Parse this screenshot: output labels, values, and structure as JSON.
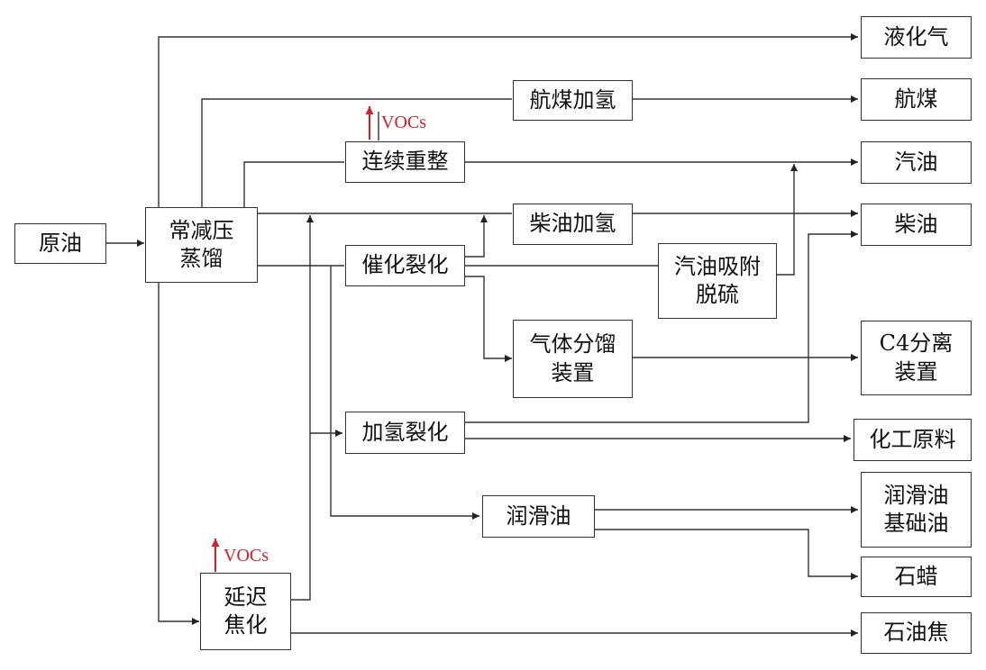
{
  "nodes": {
    "crude_oil": "原油",
    "atm_vac": "常减压\n蒸馏",
    "jet_hydro": "航煤加氢",
    "cont_reform": "连续重整",
    "diesel_hydro": "柴油加氢",
    "fcc": "催化裂化",
    "gas_adsorb": "汽油吸附\n脱硫",
    "gas_fraction": "气体分馏\n装置",
    "hydrocrack": "加氢裂化",
    "lube": "润滑油",
    "delayed_coking": "延迟\n焦化"
  },
  "products": {
    "lpg": "液化气",
    "jet_fuel": "航煤",
    "gasoline": "汽油",
    "diesel": "柴油",
    "c4_sep": "C4分离\n装置",
    "chem_feed": "化工原料",
    "lube_base": "润滑油\n基础油",
    "paraffin": "石蜡",
    "pet_coke": "石油焦"
  },
  "emissions": {
    "voc_reform": "VOCs",
    "voc_coking": "VOCs"
  },
  "colors": {
    "line": "#333333",
    "emission": "#d0202a"
  }
}
